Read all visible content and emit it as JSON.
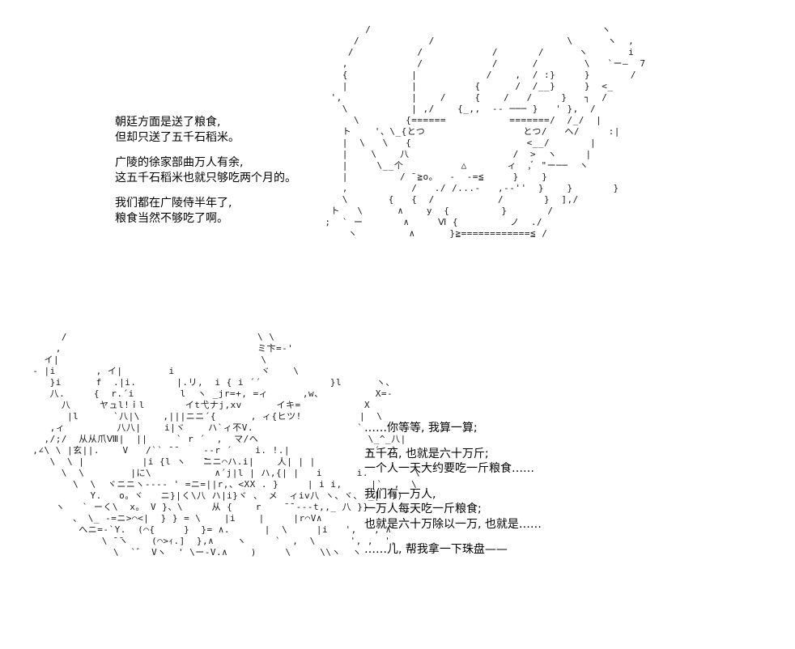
{
  "panel_top": {
    "narration": [
      "朝廷方面是送了粮食,",
      "但却只送了五千石稻米。",
      "",
      "广陵的徐家部曲万人有余,",
      "这五千石稻米也就只够吃两个月的。",
      "",
      "我们都在广陵侍半年了,",
      "粮食当然不够吃了啊。"
    ],
    "ascii_art": [
      "          /                                        ヽ",
      "        /            /                       \\      ヽ  ,",
      "       /           /            /       /      ヽ       i",
      "      ,            /            /      /        \\   `ー―  7",
      "      {           |            /    ,  / :}     }       /",
      "      |           |          {      /  /__}     }  <_",
      "    ',            |    /     {    /   /     }   ┐  /",
      "      \\           | ,/    {_,,  ‐‐ ─── }   ' },  /",
      "        \\        {======           =======/  /_/  |",
      "      ト    '、\\_{とつ                 とつ/   ヘ/     :|",
      "      |  \\   \\   {                    <__/       |",
      "      |    \\    八                  /  >  ヽ     |",
      "      |     \\__个          △       ィ  ,ﾞ \"ー──  ヽ",
      "      |         / ̄ ≧o。  -  -=≦     }    }",
      "      ,           /   ./ /...-   ,--''  }    }       }",
      "      \\       {   {  /           /       }  ],/",
      "    ト   \\      ∧    y  {         }       /",
      "   ;  ` ー       ∧     Ⅵ {         ノ  ./",
      "       ヽ         ∧      }≧============≦ /"
    ]
  },
  "panel_bottom": {
    "dialogue": [
      "……你等等, 我算一算;",
      "",
      "五千石, 也就是六十万斤;",
      "一个人一天大约要吃一斤粮食……",
      "",
      "我们有一万人,",
      "一万人每天吃一斤粮食;",
      "也就是六十万除以一万, 也就是……",
      "",
      "……儿, 帮我拿一下珠盘——"
    ],
    "ascii_art": [
      "       /                                 \\ \\",
      "      ,                                  ミ卞=‐'",
      "    イ|                                   \\",
      "  - |i       , イ|        i               ヾ    \\",
      "     }i      f  .|i.       |.リ,  i { i ´´            }l      ヽ、",
      "     八.     {  r.´i        l  ヽ _jr=+, =ィ      ,w、         X=-",
      "       八     ヤュl!ｉl       イt弋ナj,xv      イキ=           X",
      "        |l      `八|\\    ,|||ニニ´{      , ィ{ヒツ!          |  \\",
      "     ,ィ         八八|    i|ヾ    ハ`ィ不V.                  `",
      "    ,/;/  从从爪Ⅷ|  ||     ` r ´  ,  マ/ヘ                   \\_^_八|",
      "  ,∠\\ \\ |玄||.    V   /`` ̄ ̄     --r ´    i. !.|             ヽ´  }",
      "     \\  \\ |          |i {l ヽ   ̄ニニ⌒ハ.i|    人| | |",
      "       \\  \\        |に\\           ∧´j|l | ハ,{| |   i      i.        \\",
      "         \\  \\  ヾニニヽ---- ' =ニ=||r,、<XX . }     | i i,     |`  ,  \\",
      "            Y.   o。ヾ   ニ}|く\\八 ハ|i}ヾ 、 メ  ィiv八 ヽ、ヾ、 _|  ))",
      "      ヽ   ` ーく\\  x。 V }、\\     从 {    r    ̄ ̄ ---t,,_ 八 }}",
      "         、 \\_ -=ニ>⌒<|  } } = \\    |i    |     |r⌒V∧",
      "          へニ=-`Y.  (⌒{     }  }= ∧.      |  \\     |i   ',  ', ∧",
      "              \\ ̄ ̄ヽ    (⌒>ｨ.]  },∧    ヽ     `  ,  \\      ', ,  ',",
      "                \\  `゛ Vヽ  ' \\ー-V.∧    )     \\     \\\\ヽ  ヽ"
    ]
  }
}
